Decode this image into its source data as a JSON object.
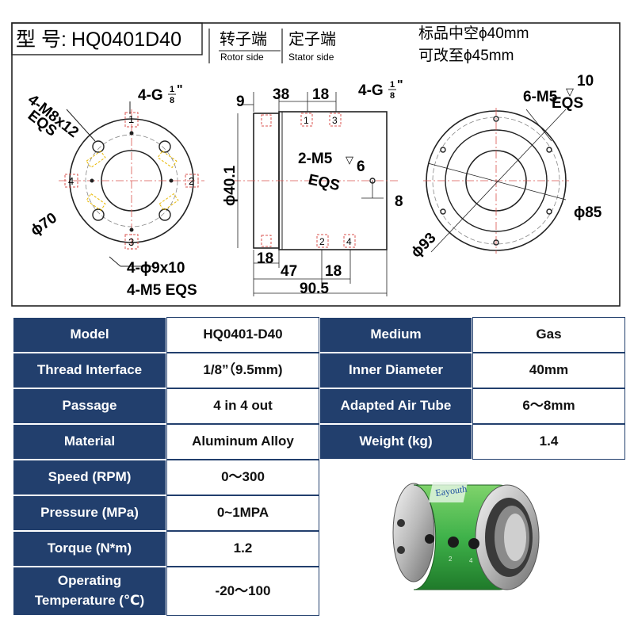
{
  "drawing": {
    "model_prefix": "型 号:",
    "model_value": "HQ0401D40",
    "rotor_cn": "转子端",
    "rotor_en": "Rotor side",
    "stator_cn": "定子端",
    "stator_en": "Stator side",
    "note_line1": "标品中空ϕ40mm",
    "note_line2": "可改至ϕ45mm",
    "left_view": {
      "hole_callout_line1": "4-M8x12",
      "hole_callout_line2": "EQS",
      "thread_callout": "4-G",
      "thread_num": "1",
      "thread_den": "8",
      "thread_unit": "\"",
      "dia": "ϕ70",
      "bottom_line1": "4-ϕ9x10",
      "bottom_line2": "4-M5 EQS",
      "port_top": "1",
      "port_left": "4",
      "port_right": "2",
      "port_bottom": "3"
    },
    "side_view": {
      "dim_9": "9",
      "dim_38": "38",
      "dim_18_top": "18",
      "thread_callout": "4-G",
      "thread_num": "1",
      "thread_den": "8",
      "thread_unit": "\"",
      "dia": "ϕ40.1",
      "mid_callout_line1": "2-M5",
      "mid_callout_depth": "6",
      "mid_callout_line2": "EQS",
      "dim_8": "8",
      "dim_18_bottom_left": "18",
      "dim_47": "47",
      "dim_18_bottom": "18",
      "dim_90_5": "90.5",
      "port_top_1": "1",
      "port_top_3": "3",
      "port_bottom_2": "2",
      "port_bottom_4": "4"
    },
    "right_view": {
      "callout_line1": "6-M5",
      "callout_depth": "10",
      "callout_line2": "EQS",
      "dia_85": "ϕ85",
      "dia_93": "ϕ93"
    }
  },
  "specs": {
    "rows": [
      {
        "h1": "Model",
        "v1": "HQ0401-D40",
        "h2": "Medium",
        "v2": "Gas"
      },
      {
        "h1": "Thread Interface",
        "v1": "1/8”（9.5mm)",
        "h2": "Inner Diameter",
        "v2": "40mm"
      },
      {
        "h1": "Passage",
        "v1": "4 in 4 out",
        "h2": "Adapted Air Tube",
        "v2": "6～8mm"
      },
      {
        "h1": "Material",
        "v1": "Aluminum Alloy",
        "h2": "Weight (kg)",
        "v2": "1.4"
      },
      {
        "h1": "Speed (RPM)",
        "v1": "0～300"
      },
      {
        "h1": "Pressure (MPa)",
        "v1": "0~1MPA"
      },
      {
        "h1": "Torque (N*m)",
        "v1": "1.2"
      },
      {
        "h1_line1": "Operating",
        "h1_line2": "Temperature (℃)",
        "v1": "-20～100"
      }
    ]
  },
  "photo": {
    "brand_text": "Eayouth",
    "port_labels": [
      "2",
      "4"
    ]
  },
  "colors": {
    "header_bg": "#223f6d",
    "header_text": "#ffffff",
    "drawing_line": "#222222",
    "dim_red": "#d9534f",
    "product_green": "#3fb24a",
    "callout_yellow": "#e8b800"
  }
}
